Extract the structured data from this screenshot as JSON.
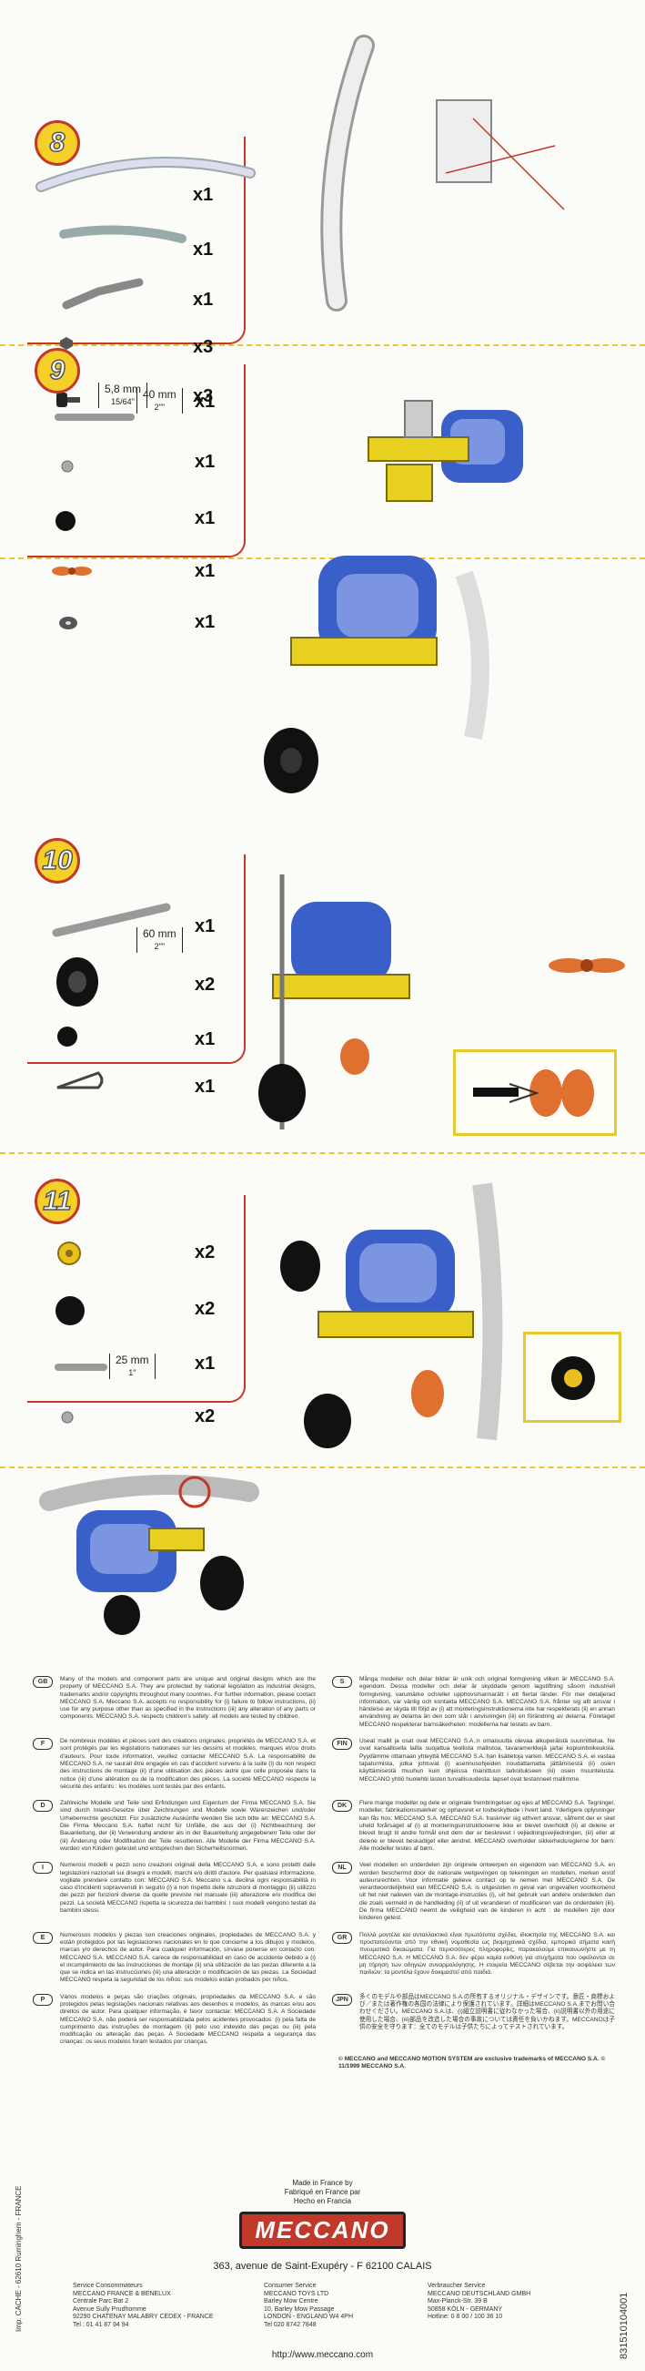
{
  "steps": [
    {
      "number": "8",
      "parts": [
        {
          "icon": "long-strip-icon",
          "qty": "x1"
        },
        {
          "icon": "short-curved-strip-icon",
          "qty": "x1"
        },
        {
          "icon": "angle-bracket-icon",
          "qty": "x1"
        },
        {
          "icon": "nut-icon",
          "qty": "x3"
        },
        {
          "icon": "bolt-icon",
          "qty": "x3",
          "measure": "5,8 mm",
          "measure_sub": "15/64\""
        }
      ]
    },
    {
      "number": "9",
      "parts": [
        {
          "icon": "axle-rod-icon",
          "qty": "x1",
          "measure": "40 mm",
          "measure_sub": "2\"\""
        },
        {
          "icon": "short-axle-icon",
          "qty": "x1"
        },
        {
          "icon": "black-collar-icon",
          "qty": "x1"
        },
        {
          "icon": "propeller-icon",
          "qty": "x1"
        },
        {
          "icon": "washer-icon",
          "qty": "x1"
        }
      ]
    },
    {
      "number": "10",
      "parts": [
        {
          "icon": "axle-rod-icon",
          "qty": "x1",
          "measure": "60 mm",
          "measure_sub": "2\"\""
        },
        {
          "icon": "tyre-icon",
          "qty": "x2"
        },
        {
          "icon": "black-collar-icon",
          "qty": "x1"
        },
        {
          "icon": "clip-icon",
          "qty": "x1"
        }
      ]
    },
    {
      "number": "11",
      "parts": [
        {
          "icon": "yellow-hub-icon",
          "qty": "x2"
        },
        {
          "icon": "black-collar-icon",
          "qty": "x2"
        },
        {
          "icon": "axle-rod-icon",
          "qty": "x1",
          "measure": "25 mm",
          "measure_sub": "1\""
        },
        {
          "icon": "short-axle-icon",
          "qty": "x2"
        }
      ]
    }
  ],
  "legal": [
    {
      "lang": "GB",
      "text": "Many of the models and component parts are unique and original designs which are the property of MECCANO S.A. They are protected by national legislation as industrial designs, trademarks and/or copyrights throughout many countries. For further information, please contact MECCANO S.A. Meccano S.A. accepts no responsibility for (i) failure to follow instructions, (ii) use for any purpose other than as specified in the instructions (iii) any alteration of any parts or components. MECCANO S.A. respects children's safety: all models are tested by children."
    },
    {
      "lang": "S",
      "text": "Många modeller och delar bildar är unik och original formgivning vilken är MECCANO S.A. egendom. Dessa modeller och delar är skyddade genom lagstiftning såsom industriell formgivning, varumärke och/eller upphovsmannarätt i ett flertal länder. För mer detaljerad information, var vänlig och kontakta MECCANO S.A. MECCANO S.A. frånter sig allt ansvar i händelse av skyda till följd av (i) att monteringsinstruktionerna inte har respekterats (ii) en annan användning av delarna än den som står i anvisningen (iii) en förändring av delarna. Företaget MECCANO respekterar barnsäkerheten: modellerna har testats av barn."
    },
    {
      "lang": "F",
      "text": "De nombreux modèles et pièces sont des créations originales, propriétés de MECCANO S.A. et sont protégés par les législations nationales sur les dessins et modèles, marques et/ou droits d'auteurs. Pour toute information, veuillez contacter MECCANO S.A. La responsabilité de MECCANO S.A. ne saurait être engagée en cas d'accident survenu à la suite (i) du non respect des instructions de montage (ii) d'une utilisation des pièces autre que celle proposée dans la notice (iii) d'une altération ou de la modification des pièces. La société MECCANO respecte la sécurité des enfants : les modèles sont testés par des enfants."
    },
    {
      "lang": "FIN",
      "text": "Useat mallit ja osat ovat MECCANO S.A.:n omaisuutta olevaa alkuperäistä suunnittelua. Ne ovat kansallisella lailla suojattua teollista mallistoa, tavaramerkkejä ja/tai kopiointioikeuksia. Pyydämme ottamaan yhteyttä MECCANO S.A.:han lisätietoja varten. MECCANO S.A. ei vastaa tapaturmista, jotka johtuvat (i) asennusohjeiden noudattamatta jättämisestä (ii) osien käyttämisestä muuhun kuin ohjeissa mainittuun tarkoitukseen (iii) osien muuntelusta. MECCANO yhtiö huolehtii lasten turvallisuudesta: lapset ovat testanneet mallimme."
    },
    {
      "lang": "D",
      "text": "Zahlreiche Modelle und Teile sind Erfindungen und Eigentum der Firma MECCANO S.A. Sie sind durch Inland-Gesetze über Zeichnungen und Modelle sowie Warenzeichen und/oder Urheberrechte geschützt. Für zusätzliche Auskünfte wenden Sie sich bitte an: MECCANO S.A. Die Firma Meccano S.A. haftet nicht für Unfälle, die aus der (i) Nichtbeachtung der Bauanleitung, der (ii) Verwendung anderer als in der Bauanleitung angegebenen Teile oder der (iii) Änderung oder Modifikation der Teile resultieren. Alle Modelle der Firma MECCANO S.A. wurden von Kindern getestet und entsprechen den Sicherheitsnormen."
    },
    {
      "lang": "DK",
      "text": "Flere mange modeller og dele er originale frembringelser og ejes af MECCANO S.A. Tegninger, modeller, fabrikationsmærker og ophavsret er lovbeskyttede i hvert land. Yderligere oplysninger kan fås hos: MECCANO S.A. MECCANO S.A. fraskriver sig ethvert ansvar, såfremt der er sket uheld forårsaget af (i) at monteringsinstruktionerne ikke er blevet overholdt (ii) at delene er blevet brugt til andre formål end dem der er beskrevet i vejledningsvejledningen, (iii) eller at delene er blevet beskadiget eller ændret. MECCANO overholder sikkerhedsreglerne for børn: Alle modeller testes af børn."
    },
    {
      "lang": "I",
      "text": "Numerosi modelli e pezzi sono creazioni originali della MECCANO S.A. e sono protetti dalle legislazioni nazionali sui disegni e modelli, marchi e/o diritti d'autore. Per qualsiasi informazione, vogliate prendere contatto con: MECCANO S.A. Meccano s.a. declina ogni responsabilità in caso d'incidenti sopravvenuti in seguito (i) a non rispetto delle istruzioni di montaggio (ii) utilizzo dei pezzi per funzioni diverse da quelle previste nel manuale (iii) alterazione e/o modifica dei pezzi. La società MECCANO rispetta la sicurezza dei bambini: i suoi modelli vengono testati da bambini stessi."
    },
    {
      "lang": "NL",
      "text": "Veel modellen en onderdelen zijn originele ontwerpen en eigendom van MECCANO S.A. en worden beschermd door de nationale wetgevingen op tekeningen en modellen, merken en/of auteursrechten. Voor informatie gelieve contact op te nemen met MECCANO S.A. De verantwoordelijkheid van MECCANO S.A. is uitgesloten in geval van ongevallen voortkomend uit het niet naleven van de montage-instructies (i), uit het gebruik van andere onderdelen dan die zoals vermeld in de handleiding (ii) of uit veranderen of modificeren van de onderdelen (iii). De firma MECCANO neemt de veiligheid van de kinderen in acht : de modellen zijn door kinderen getest."
    },
    {
      "lang": "E",
      "text": "Numerosos modelos y piezas son creaciones originales, propiedades de MECCANO S.A. y están protegidos por las legislaciones nacionales en lo que concierne a los dibujos y modelos, marcas y/o derechos de autor. Para cualquier información, sírvase ponerse en contacto con: MECCANO S.A. MECCANO S.A. carece de responsabilidad en caso de accidente debido a (i) el incumplimiento de las instrucciones de montaje (ii) una utilización de las piezas diferente a la que se indica en las instrucciones (iii) una alteración o modificación de las piezas. La Sociedad MECCANO respeta la seguridad de los niños: sus modelos están probados por niños."
    },
    {
      "lang": "GR",
      "text": "Πολλά μοντέλα και ανταλλακτικά είναι πρωτότυπα σχέδια, ιδιοκτησία της MECCANO S.A. και προστατεύονται από την εθνική νομοθεσία ως βιομηχανικά σχέδια, εμπορικά σήματα και/ή πνευματικά δικαιώματα. Για περισσότερες πληροφορίες, παρακαλούμε επικοινωνήστε με τη MECCANO S.A. Η MECCANO S.A. δεν φέρει καμία ευθύνη για ατυχήματα που οφείλονται σε μη τήρηση των οδηγιών συναρμολόγησης. Η εταιρεία MECCANO σέβεται την ασφάλεια των παιδιών: τα μοντέλα έχουν δοκιμαστεί από παιδιά."
    },
    {
      "lang": "P",
      "text": "Vários modelos e peças são criações originais, propriedades da MECCANO S.A. e são protegidos pelas legislações nacionais relativas aos desenhos e modelos, às marcas e/ou aos direitos de autor. Para qualquer informação, é favor contactar: MECCANO S.A. A Sociedade MECCANO S.A. não poderá ser responsabilizada pelos acidentes provocados: (i) pela falta de cumprimento das instruções de montagem (ii) pelo uso indevido das peças ou (iii) pela modificação ou alteração das peças. A Sociedade MECCANO respeita a segurança das crianças: os seus modelos foram testados por crianças."
    },
    {
      "lang": "JPN",
      "text": "多くのモデルや部品はMECCANO S.A.の所有するオリジナル・デザインです。意匠・商標および／または著作権の各国の法律により保護されています。詳細はMECCANO S.A.までお問い合わせください。MECCANO S.A.は、(i)組立説明書に従わなかった場合、(ii)説明書以外の用途に使用した場合、(iii)部品を改造した場合の事故については責任を負いかねます。MECCANOは子供の安全を守ります：全てのモデルは子供たちによってテストされています。"
    }
  ],
  "trademark_notice": "© MECCANO and MECCANO MOTION SYSTEM are exclusive trademarks of MECCANO S.A. © 11/1999 MECCANO S.A.",
  "made_in": "Made in France by\nFabriqué en France par\nHecho en Francia",
  "brand": "MECCANO",
  "address_line": "363, avenue de Saint-Exupéry - F 62100 CALAIS",
  "service_left": "Service Consommateurs\nMECCANO FRANCE & BENELUX\nCentrale Parc Bat 2\nAvenue Sully Prudhomme\n92290 CHATENAY MALABRY CEDEX - FRANCE\nTel : 01 41 87 94 94",
  "service_mid": "Consumer Service\nMECCANO TOYS LTD\nBarley Mow Centre\n10, Barley Mow Passage\nLONDON - ENGLAND W4 4PH\nTel 020 8742 7848",
  "service_right": "Verbraucher Service\nMECCANO DEUTSCHLAND GMBH\nMax-Planck-Str. 39 B\n50858 KÖLN - GERMANY\nHotline: 0 8 00 / 100 36 10",
  "website": "http://www.meccano.com",
  "print_code": "831510104001",
  "printer_credit": "Imp. CACHE - 62610 Ruminghem - FRANCE",
  "colors": {
    "accent_red": "#c0392b",
    "badge_yellow": "#f5d028",
    "separator": "#e6c830",
    "part_blue": "#3a5fc8",
    "part_yellow": "#e8d020"
  }
}
